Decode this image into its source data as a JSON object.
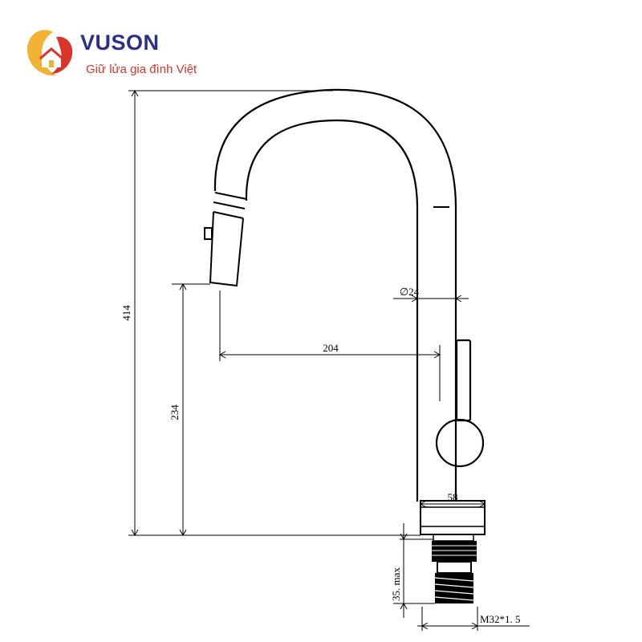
{
  "logo": {
    "brand": "VUSON",
    "slogan": "Giữ lửa gia đình Việt",
    "colors": {
      "primary": "#2b2f86",
      "accent": "#d8342a",
      "gold": "#f2b233"
    }
  },
  "dimensions": {
    "total_height": "414",
    "spout_height": "234",
    "reach": "204",
    "body_diameter": "∅24",
    "base_width": "58",
    "max_thickness": "35. max",
    "thread": "M32*1. 5"
  }
}
